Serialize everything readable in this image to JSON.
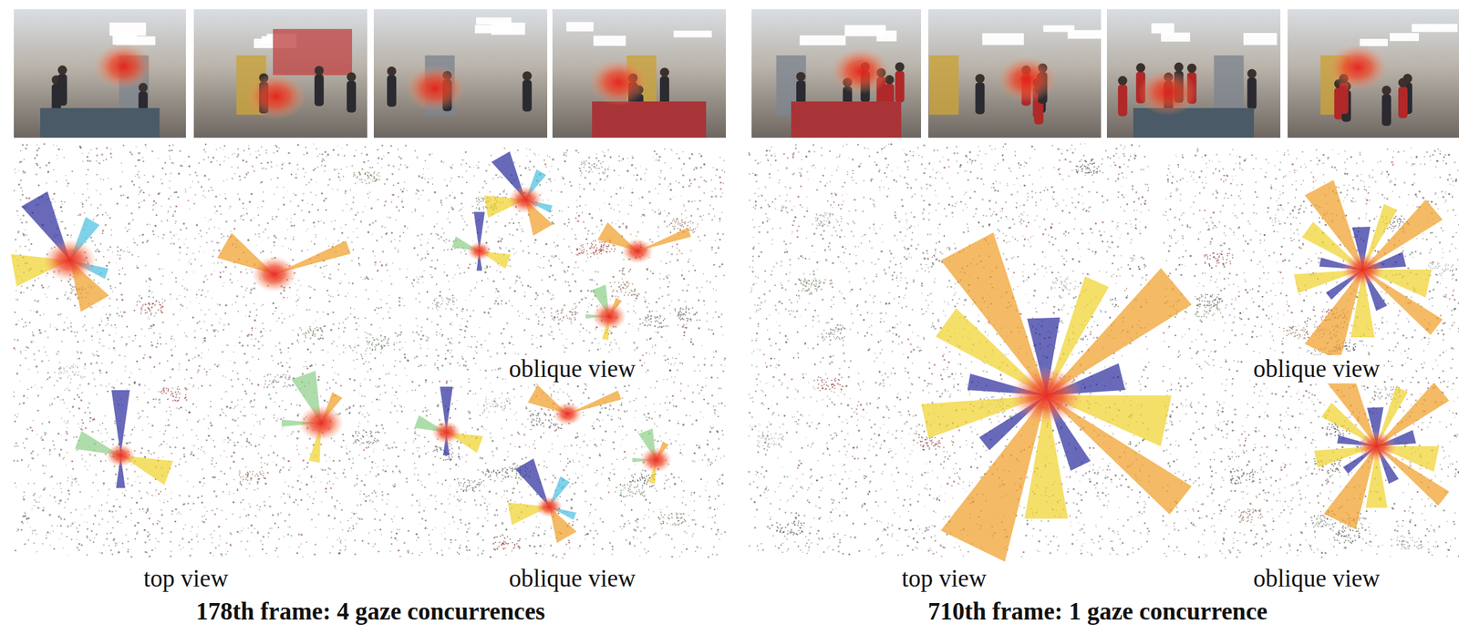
{
  "diagram": {
    "labels": [
      "oblique view",
      "top view",
      "oblique view",
      "178th frame: 4 gaze concurrences",
      "oblique view",
      "top view",
      "oblique view",
      "710th frame: 1 gaze concurrence"
    ]
  }
}
